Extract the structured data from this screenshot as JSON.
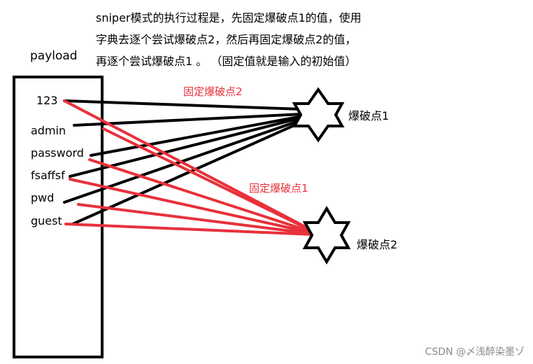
{
  "description": {
    "lines": [
      "sniper模式的执行过程是，先固定爆破点1的值，使用",
      "字典去逐个尝试爆破点2，然后再固定爆破点2的值，",
      "再逐个尝试爆破点1 。 （固定值就是输入的初始值）"
    ]
  },
  "payload": {
    "title": "payload",
    "items": [
      "123",
      "admin",
      "password",
      "fsaffsf",
      "pwd",
      "guest"
    ]
  },
  "targets": {
    "point1": "爆破点1",
    "point2": "爆破点2"
  },
  "annotations": {
    "fixed_point2": "固定爆破点2",
    "fixed_point1": "固定爆破点1"
  },
  "colors": {
    "black_lines": "#000000",
    "red_lines": "#e8313a"
  },
  "watermark": "CSDN @〆浅醉染墨ゾ"
}
